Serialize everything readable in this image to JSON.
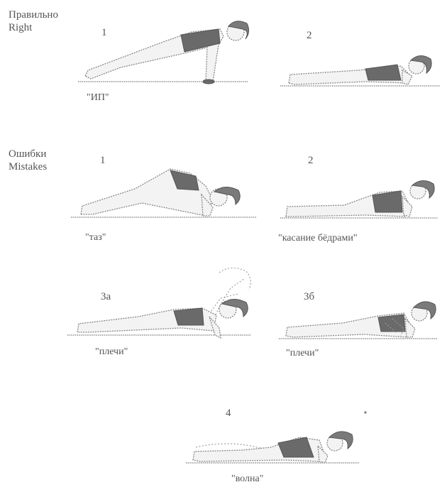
{
  "sections": {
    "right": [
      "Правильно",
      "Right"
    ],
    "mistakes": [
      "Ошибки",
      "Mistakes"
    ]
  },
  "figures": {
    "r1": {
      "num": "1",
      "caption": "\"ИП\""
    },
    "r2": {
      "num": "2",
      "caption": ""
    },
    "m1": {
      "num": "1",
      "caption": "\"таз\""
    },
    "m2": {
      "num": "2",
      "caption": "\"касание бёдрами\""
    },
    "m3a": {
      "num": "3а",
      "caption": "\"плечи\""
    },
    "m3b": {
      "num": "3б",
      "caption": "\"плечи\""
    },
    "m4": {
      "num": "4",
      "caption": "\"волна\""
    }
  }
}
